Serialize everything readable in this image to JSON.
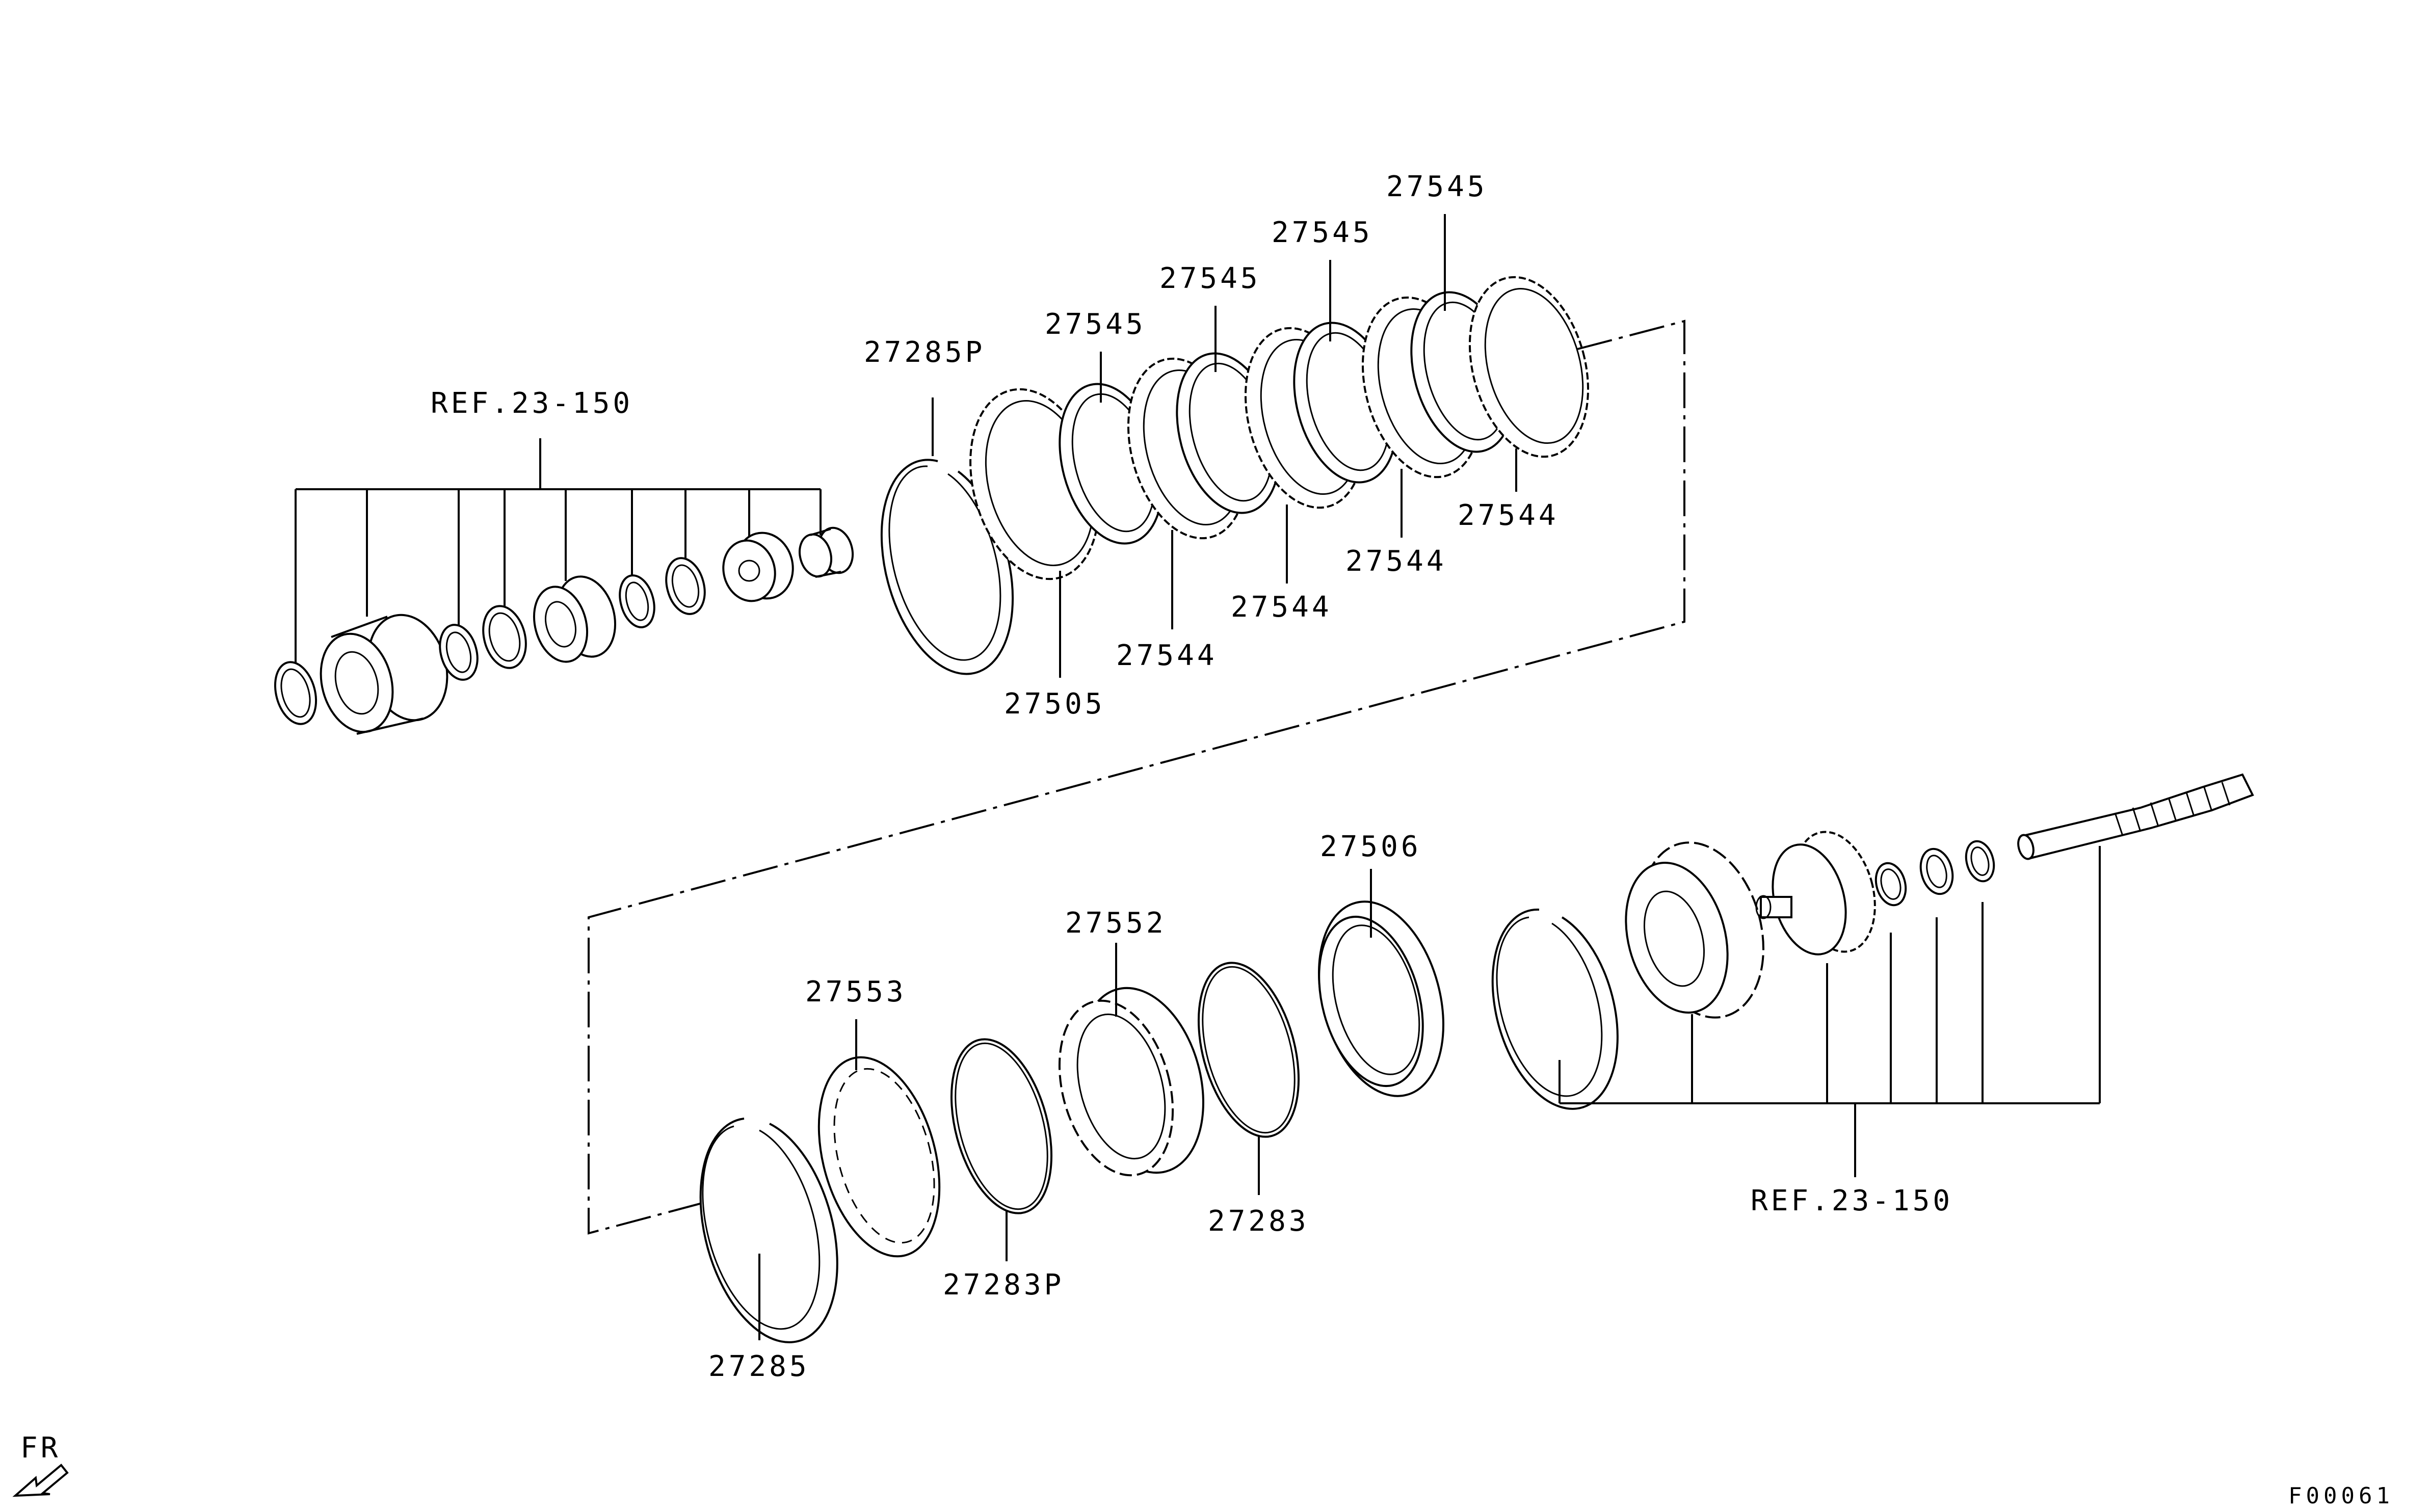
{
  "labels": {
    "ref_upper": "REF.23-150",
    "ref_lower": "REF.23-150",
    "p27285P": "27285P",
    "p27545_1": "27545",
    "p27545_2": "27545",
    "p27545_3": "27545",
    "p27545_4": "27545",
    "p27544_1": "27544",
    "p27544_2": "27544",
    "p27544_3": "27544",
    "p27544_4": "27544",
    "p27505": "27505",
    "p27506": "27506",
    "p27552": "27552",
    "p27553": "27553",
    "p27283P": "27283P",
    "p27283": "27283",
    "p27285": "27285",
    "fr": "FR",
    "figure_code": "F00061"
  }
}
